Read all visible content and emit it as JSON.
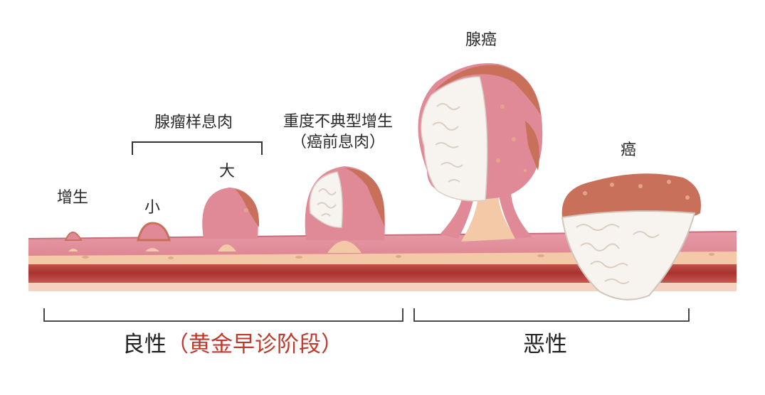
{
  "labels": {
    "hyperplasia": "增生",
    "adenoma_group": "腺瘤样息肉",
    "small": "小",
    "large": "大",
    "dysplasia_line1": "重度不典型增生",
    "dysplasia_line2": "（癌前息肉）",
    "adenocarcinoma": "腺癌",
    "cancer": "癌"
  },
  "stages": {
    "benign": "良性",
    "benign_note": "（黄金早诊阶段）",
    "malignant": "恶性"
  },
  "colors": {
    "mucosa": "#e08a98",
    "submucosa": "#f3c9a8",
    "muscle": "#b8443e",
    "crust": "#c9705a",
    "tumor_white": "#f7f3ee",
    "accent_red": "#c0392b"
  }
}
